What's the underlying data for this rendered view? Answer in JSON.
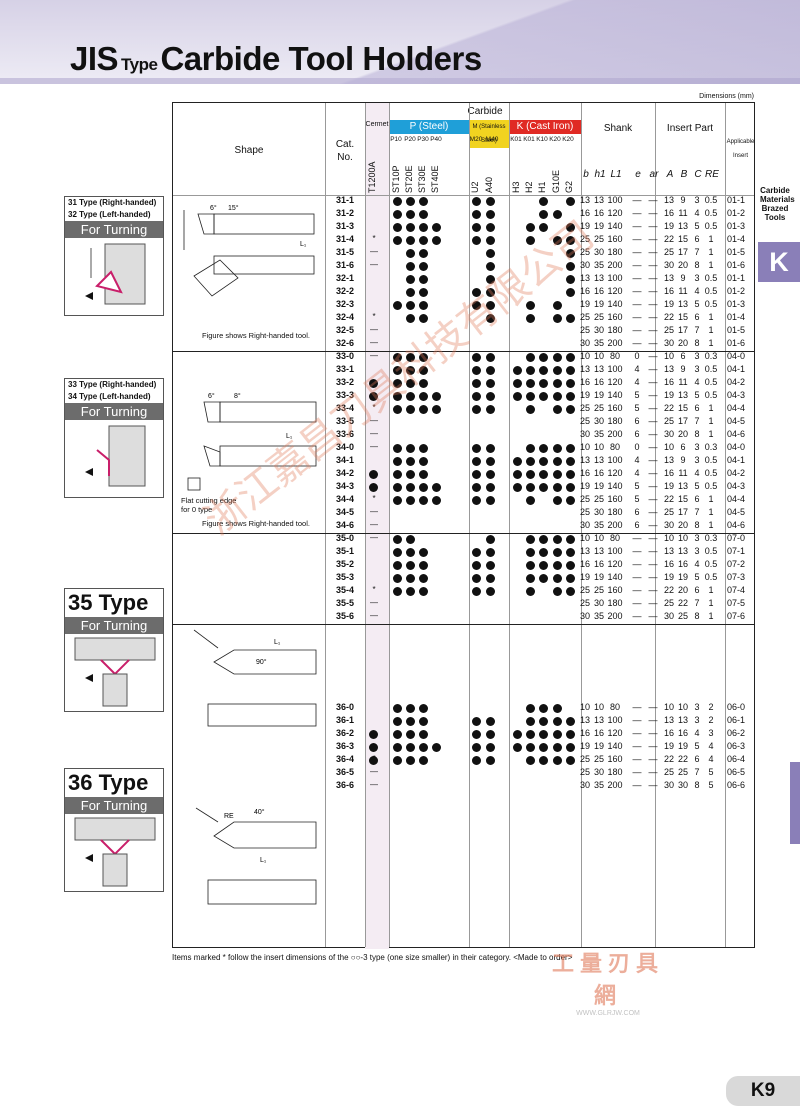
{
  "header": {
    "title_prefix": "JIS",
    "title_type": "Type",
    "title_main": "Carbide Tool Holders"
  },
  "dimensions_note": "Dimensions (mm)",
  "side_tab": {
    "letter": "K",
    "label": "Carbide Materials Brazed Tools"
  },
  "table_header": {
    "shape": "Shape",
    "cat": "Cat.",
    "no": "No.",
    "cermet": "Cermet",
    "carbide": "Carbide",
    "p_band": "P (Steel)",
    "m_band": "M (Stainless Steel)",
    "k_band": "K (Cast Iron)",
    "shank": "Shank",
    "insert_part": "Insert Part",
    "applicable": "Applicable",
    "insert": "Insert",
    "grades_top": [
      "P10",
      "P20",
      "P30",
      "P40",
      "M20",
      "M40",
      "K01",
      "K01",
      "K10",
      "K20",
      "K20"
    ],
    "grades_vertical": [
      "T1200A",
      "ST10P",
      "ST20E",
      "ST30E",
      "ST40E",
      "U2",
      "A40",
      "H3",
      "H2",
      "H1",
      "G10E",
      "G2"
    ],
    "dim_cols": [
      "b",
      "h1",
      "L1",
      "e",
      "ar",
      "A",
      "B",
      "C",
      "RE"
    ]
  },
  "group_labels": [
    {
      "l1": "31 Type (Right-handed)",
      "l2": "32 Type (Left-handed)",
      "turn": "For Turning"
    },
    {
      "l1": "33 Type (Right-handed)",
      "l2": "34 Type (Left-handed)",
      "turn": "For Turning"
    },
    {
      "big": "35 Type",
      "turn": "For Turning"
    },
    {
      "big": "36 Type",
      "turn": "For Turning"
    }
  ],
  "figure_notes": {
    "right_handed": "Figure shows Right-handed tool.",
    "flat_cutting": "Flat cutting edge for 0 type"
  },
  "rows": [
    {
      "cat": "31-1",
      "cm": "",
      "g": [
        0,
        1,
        1,
        1,
        0,
        1,
        1,
        0,
        0,
        1,
        0,
        1
      ],
      "d": [
        "13",
        "13",
        "100",
        "—",
        "—",
        "13",
        "9",
        "3",
        "0.5",
        "01-1"
      ]
    },
    {
      "cat": "31-2",
      "cm": "",
      "g": [
        0,
        1,
        1,
        1,
        0,
        1,
        1,
        0,
        0,
        1,
        1,
        0
      ],
      "d": [
        "16",
        "16",
        "120",
        "—",
        "—",
        "16",
        "11",
        "4",
        "0.5",
        "01-2"
      ]
    },
    {
      "cat": "31-3",
      "cm": "",
      "g": [
        0,
        1,
        1,
        1,
        1,
        1,
        1,
        0,
        1,
        1,
        0,
        1
      ],
      "d": [
        "19",
        "19",
        "140",
        "—",
        "—",
        "19",
        "13",
        "5",
        "0.5",
        "01-3"
      ]
    },
    {
      "cat": "31-4",
      "cm": "*",
      "g": [
        0,
        1,
        1,
        1,
        1,
        1,
        1,
        0,
        1,
        0,
        1,
        1
      ],
      "d": [
        "25",
        "25",
        "160",
        "—",
        "—",
        "22",
        "15",
        "6",
        "1",
        "01-4"
      ]
    },
    {
      "cat": "31-5",
      "cm": "—",
      "g": [
        0,
        0,
        1,
        1,
        0,
        0,
        1,
        0,
        0,
        0,
        0,
        1
      ],
      "d": [
        "25",
        "30",
        "180",
        "—",
        "—",
        "25",
        "17",
        "7",
        "1",
        "01-5"
      ]
    },
    {
      "cat": "31-6",
      "cm": "—",
      "g": [
        0,
        0,
        1,
        1,
        0,
        0,
        1,
        0,
        0,
        0,
        0,
        1
      ],
      "d": [
        "30",
        "35",
        "200",
        "—",
        "—",
        "30",
        "20",
        "8",
        "1",
        "01-6"
      ]
    },
    {
      "cat": "32-1",
      "cm": "",
      "g": [
        0,
        0,
        1,
        1,
        0,
        0,
        1,
        0,
        0,
        0,
        0,
        1
      ],
      "d": [
        "13",
        "13",
        "100",
        "—",
        "—",
        "13",
        "9",
        "3",
        "0.5",
        "01-1"
      ]
    },
    {
      "cat": "32-2",
      "cm": "",
      "g": [
        0,
        0,
        1,
        1,
        0,
        1,
        1,
        0,
        0,
        0,
        0,
        1
      ],
      "d": [
        "16",
        "16",
        "120",
        "—",
        "—",
        "16",
        "11",
        "4",
        "0.5",
        "01-2"
      ]
    },
    {
      "cat": "32-3",
      "cm": "",
      "g": [
        0,
        1,
        1,
        1,
        0,
        1,
        1,
        0,
        1,
        0,
        1,
        0
      ],
      "d": [
        "19",
        "19",
        "140",
        "—",
        "—",
        "19",
        "13",
        "5",
        "0.5",
        "01-3"
      ]
    },
    {
      "cat": "32-4",
      "cm": "*",
      "g": [
        0,
        0,
        1,
        1,
        0,
        0,
        1,
        0,
        1,
        0,
        1,
        1
      ],
      "d": [
        "25",
        "25",
        "160",
        "—",
        "—",
        "22",
        "15",
        "6",
        "1",
        "01-4"
      ]
    },
    {
      "cat": "32-5",
      "cm": "—",
      "g": [
        0,
        0,
        0,
        0,
        0,
        0,
        0,
        0,
        0,
        0,
        0,
        0
      ],
      "d": [
        "25",
        "30",
        "180",
        "—",
        "—",
        "25",
        "17",
        "7",
        "1",
        "01-5"
      ]
    },
    {
      "cat": "32-6",
      "cm": "—",
      "g": [
        0,
        0,
        0,
        0,
        0,
        0,
        0,
        0,
        0,
        0,
        0,
        0
      ],
      "d": [
        "30",
        "35",
        "200",
        "—",
        "—",
        "30",
        "20",
        "8",
        "1",
        "01-6"
      ]
    },
    {
      "cat": "33-0",
      "cm": "—",
      "g": [
        0,
        1,
        1,
        1,
        0,
        1,
        1,
        0,
        1,
        1,
        1,
        1
      ],
      "d": [
        "10",
        "10",
        "80",
        "0",
        "—",
        "10",
        "6",
        "3",
        "0.3",
        "04-0"
      ]
    },
    {
      "cat": "33-1",
      "cm": "",
      "g": [
        0,
        1,
        1,
        1,
        0,
        1,
        1,
        1,
        1,
        1,
        1,
        1
      ],
      "d": [
        "13",
        "13",
        "100",
        "4",
        "—",
        "13",
        "9",
        "3",
        "0.5",
        "04-1"
      ]
    },
    {
      "cat": "33-2",
      "cm": "",
      "g": [
        1,
        1,
        1,
        1,
        0,
        1,
        1,
        1,
        1,
        1,
        1,
        1
      ],
      "d": [
        "16",
        "16",
        "120",
        "4",
        "—",
        "16",
        "11",
        "4",
        "0.5",
        "04-2"
      ]
    },
    {
      "cat": "33-3",
      "cm": "",
      "g": [
        1,
        1,
        1,
        1,
        1,
        1,
        1,
        1,
        1,
        1,
        1,
        1
      ],
      "d": [
        "19",
        "19",
        "140",
        "5",
        "—",
        "19",
        "13",
        "5",
        "0.5",
        "04-3"
      ]
    },
    {
      "cat": "33-4",
      "cm": "*",
      "g": [
        0,
        1,
        1,
        1,
        1,
        1,
        1,
        0,
        1,
        0,
        1,
        1
      ],
      "d": [
        "25",
        "25",
        "160",
        "5",
        "—",
        "22",
        "15",
        "6",
        "1",
        "04-4"
      ]
    },
    {
      "cat": "33-5",
      "cm": "—",
      "g": [
        0,
        0,
        0,
        0,
        0,
        0,
        0,
        0,
        0,
        0,
        0,
        0
      ],
      "d": [
        "25",
        "30",
        "180",
        "6",
        "—",
        "25",
        "17",
        "7",
        "1",
        "04-5"
      ]
    },
    {
      "cat": "33-6",
      "cm": "—",
      "g": [
        0,
        0,
        0,
        0,
        0,
        0,
        0,
        0,
        0,
        0,
        0,
        0
      ],
      "d": [
        "30",
        "35",
        "200",
        "6",
        "—",
        "30",
        "20",
        "8",
        "1",
        "04-6"
      ]
    },
    {
      "cat": "34-0",
      "cm": "—",
      "g": [
        0,
        1,
        1,
        1,
        0,
        1,
        1,
        0,
        1,
        1,
        1,
        1
      ],
      "d": [
        "10",
        "10",
        "80",
        "0",
        "—",
        "10",
        "6",
        "3",
        "0.3",
        "04-0"
      ]
    },
    {
      "cat": "34-1",
      "cm": "",
      "g": [
        0,
        1,
        1,
        1,
        0,
        1,
        1,
        1,
        1,
        1,
        1,
        1
      ],
      "d": [
        "13",
        "13",
        "100",
        "4",
        "—",
        "13",
        "9",
        "3",
        "0.5",
        "04-1"
      ]
    },
    {
      "cat": "34-2",
      "cm": "",
      "g": [
        1,
        1,
        1,
        1,
        0,
        1,
        1,
        1,
        1,
        1,
        1,
        1
      ],
      "d": [
        "16",
        "16",
        "120",
        "4",
        "—",
        "16",
        "11",
        "4",
        "0.5",
        "04-2"
      ]
    },
    {
      "cat": "34-3",
      "cm": "",
      "g": [
        1,
        1,
        1,
        1,
        1,
        1,
        1,
        1,
        1,
        1,
        1,
        1
      ],
      "d": [
        "19",
        "19",
        "140",
        "5",
        "—",
        "19",
        "13",
        "5",
        "0.5",
        "04-3"
      ]
    },
    {
      "cat": "34-4",
      "cm": "*",
      "g": [
        0,
        1,
        1,
        1,
        1,
        1,
        1,
        0,
        1,
        0,
        1,
        1
      ],
      "d": [
        "25",
        "25",
        "160",
        "5",
        "—",
        "22",
        "15",
        "6",
        "1",
        "04-4"
      ]
    },
    {
      "cat": "34-5",
      "cm": "—",
      "g": [
        0,
        0,
        0,
        0,
        0,
        0,
        0,
        0,
        0,
        0,
        0,
        0
      ],
      "d": [
        "25",
        "30",
        "180",
        "6",
        "—",
        "25",
        "17",
        "7",
        "1",
        "04-5"
      ]
    },
    {
      "cat": "34-6",
      "cm": "—",
      "g": [
        0,
        0,
        0,
        0,
        0,
        0,
        0,
        0,
        0,
        0,
        0,
        0
      ],
      "d": [
        "30",
        "35",
        "200",
        "6",
        "—",
        "30",
        "20",
        "8",
        "1",
        "04-6"
      ]
    },
    {
      "cat": "35-0",
      "cm": "—",
      "g": [
        0,
        1,
        1,
        0,
        0,
        0,
        1,
        0,
        1,
        1,
        1,
        1
      ],
      "d": [
        "10",
        "10",
        "80",
        "—",
        "—",
        "10",
        "10",
        "3",
        "0.3",
        "07-0"
      ]
    },
    {
      "cat": "35-1",
      "cm": "",
      "g": [
        0,
        1,
        1,
        1,
        0,
        1,
        1,
        0,
        1,
        1,
        1,
        1
      ],
      "d": [
        "13",
        "13",
        "100",
        "—",
        "—",
        "13",
        "13",
        "3",
        "0.5",
        "07-1"
      ]
    },
    {
      "cat": "35-2",
      "cm": "",
      "g": [
        0,
        1,
        1,
        1,
        0,
        1,
        1,
        0,
        1,
        1,
        1,
        1
      ],
      "d": [
        "16",
        "16",
        "120",
        "—",
        "—",
        "16",
        "16",
        "4",
        "0.5",
        "07-2"
      ]
    },
    {
      "cat": "35-3",
      "cm": "",
      "g": [
        0,
        1,
        1,
        1,
        0,
        1,
        1,
        0,
        1,
        1,
        1,
        1
      ],
      "d": [
        "19",
        "19",
        "140",
        "—",
        "—",
        "19",
        "19",
        "5",
        "0.5",
        "07-3"
      ]
    },
    {
      "cat": "35-4",
      "cm": "*",
      "g": [
        0,
        1,
        1,
        1,
        0,
        1,
        1,
        0,
        1,
        0,
        1,
        1
      ],
      "d": [
        "25",
        "25",
        "160",
        "—",
        "—",
        "22",
        "20",
        "6",
        "1",
        "07-4"
      ]
    },
    {
      "cat": "35-5",
      "cm": "—",
      "g": [
        0,
        0,
        0,
        0,
        0,
        0,
        0,
        0,
        0,
        0,
        0,
        0
      ],
      "d": [
        "25",
        "30",
        "180",
        "—",
        "—",
        "25",
        "22",
        "7",
        "1",
        "07-5"
      ]
    },
    {
      "cat": "35-6",
      "cm": "—",
      "g": [
        0,
        0,
        0,
        0,
        0,
        0,
        0,
        0,
        0,
        0,
        0,
        0
      ],
      "d": [
        "30",
        "35",
        "200",
        "—",
        "—",
        "30",
        "25",
        "8",
        "1",
        "07-6"
      ]
    },
    {
      "cat": "36-0",
      "cm": "",
      "g": [
        0,
        1,
        1,
        1,
        0,
        0,
        0,
        0,
        1,
        1,
        1,
        0
      ],
      "d": [
        "10",
        "10",
        "80",
        "—",
        "—",
        "10",
        "10",
        "3",
        "2",
        "06-0"
      ]
    },
    {
      "cat": "36-1",
      "cm": "",
      "g": [
        0,
        1,
        1,
        1,
        0,
        1,
        1,
        0,
        1,
        1,
        1,
        1
      ],
      "d": [
        "13",
        "13",
        "100",
        "—",
        "—",
        "13",
        "13",
        "3",
        "2",
        "06-1"
      ]
    },
    {
      "cat": "36-2",
      "cm": "",
      "g": [
        1,
        1,
        1,
        1,
        0,
        1,
        1,
        1,
        1,
        1,
        1,
        1
      ],
      "d": [
        "16",
        "16",
        "120",
        "—",
        "—",
        "16",
        "16",
        "4",
        "3",
        "06-2"
      ]
    },
    {
      "cat": "36-3",
      "cm": "",
      "g": [
        1,
        1,
        1,
        1,
        1,
        1,
        1,
        1,
        1,
        1,
        1,
        1
      ],
      "d": [
        "19",
        "19",
        "140",
        "—",
        "—",
        "19",
        "19",
        "5",
        "4",
        "06-3"
      ]
    },
    {
      "cat": "36-4",
      "cm": "*",
      "g": [
        1,
        1,
        1,
        1,
        0,
        1,
        1,
        0,
        1,
        1,
        1,
        1
      ],
      "d": [
        "25",
        "25",
        "160",
        "—",
        "—",
        "22",
        "22",
        "6",
        "4",
        "06-4"
      ]
    },
    {
      "cat": "36-5",
      "cm": "—",
      "g": [
        0,
        0,
        0,
        0,
        0,
        0,
        0,
        0,
        0,
        0,
        0,
        0
      ],
      "d": [
        "25",
        "30",
        "180",
        "—",
        "—",
        "25",
        "25",
        "7",
        "5",
        "06-5"
      ]
    },
    {
      "cat": "36-6",
      "cm": "—",
      "g": [
        0,
        0,
        0,
        0,
        0,
        0,
        0,
        0,
        0,
        0,
        0,
        0
      ],
      "d": [
        "30",
        "35",
        "200",
        "—",
        "—",
        "30",
        "30",
        "8",
        "5",
        "06-6"
      ]
    }
  ],
  "footnote": "Items marked * follow the insert dimensions of the ○○-3 type (one size smaller) in their category. <Made to order>",
  "watermark": "浙江嘉昌刀具科技有限公司",
  "logo_text": "工量刃具網",
  "logo_url": "WWW.GLRJW.COM",
  "page_number": "K9",
  "colors": {
    "p_band": "#1f9fd8",
    "m_band": "#f1d320",
    "k_band": "#e02a24",
    "tab": "#8a7fb8",
    "cermet": "#c9466e"
  }
}
